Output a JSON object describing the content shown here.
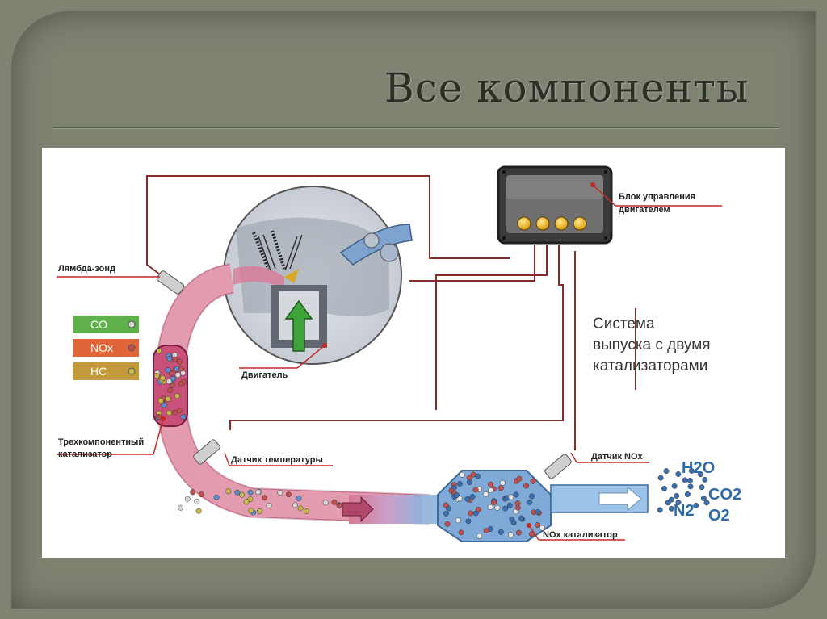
{
  "slide": {
    "title": "Все компоненты"
  },
  "diagram": {
    "labels": {
      "ecu": [
        "Блок управления",
        "двигателем"
      ],
      "lambda": "Лямбда-зонд",
      "engine": "Двигатель",
      "three_way": [
        "Трехкомпонентный",
        "катализатор"
      ],
      "temp_sensor": "Датчик температуры",
      "nox_sensor": "Датчик NOx",
      "nox_cat": "NOx катализатор"
    },
    "system_caption": [
      "Система",
      "выпуска с двумя",
      "катализаторами"
    ],
    "legend": [
      {
        "label": "CO",
        "color": "#5fb04a"
      },
      {
        "label": "NOx",
        "color": "#e0663a"
      },
      {
        "label": "HC",
        "color": "#c39a3a"
      }
    ],
    "products": [
      "H2O",
      "CO2",
      "N2",
      "O2"
    ],
    "colors": {
      "exhaust_hot": "#d87a96",
      "exhaust_clean": "#86b4de",
      "wire": "#8a2b2b"
    }
  }
}
